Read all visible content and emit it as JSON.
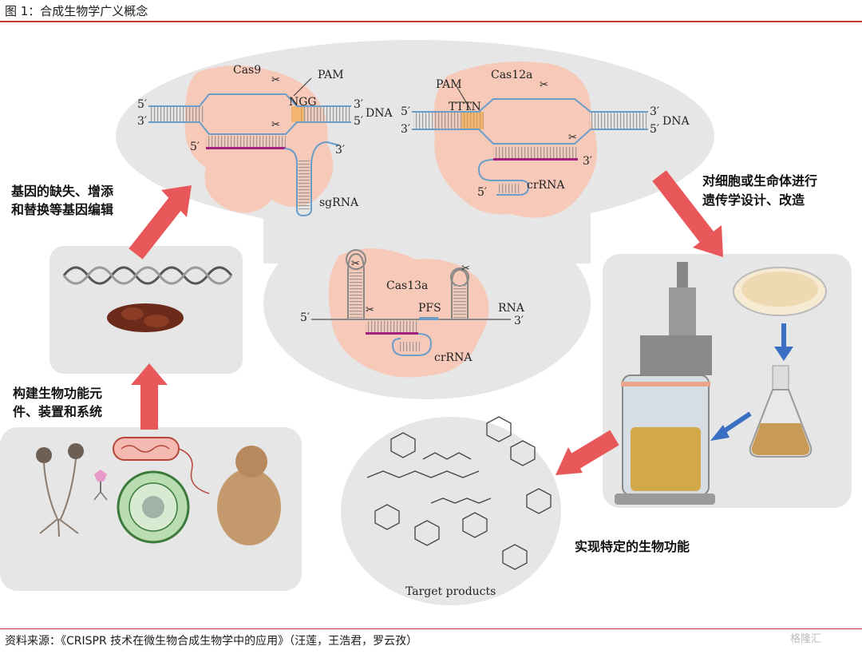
{
  "header": {
    "title": "图 1：合成生物学广义概念"
  },
  "source": {
    "text": "资料来源：《CRISPR 技术在微生物合成生物学中的应用》（汪莲，王浩君，罗云孜）"
  },
  "watermark": {
    "text": "格隆汇"
  },
  "annotations": {
    "gene_editing": [
      "基因的缺失、增添",
      "和替换等基因编辑"
    ],
    "build_elements": [
      "构建生物功能元",
      "件、装置和系统"
    ],
    "design_modify": [
      "对细胞或生命体进行",
      "遗传学设计、改造"
    ],
    "function": "实现特定的生物功能"
  },
  "cas9": {
    "name": "Cas9",
    "pam": "PAM",
    "ngg": "NGG",
    "dna": "DNA",
    "sgrna": "sgRNA",
    "five": "5′",
    "three": "3′"
  },
  "cas12a": {
    "name": "Cas12a",
    "pam": "PAM",
    "tttn": "TTTN",
    "dna": "DNA",
    "crrna": "crRNA",
    "five": "5′",
    "three": "3′"
  },
  "cas13a": {
    "name": "Cas13a",
    "pfs": "PFS",
    "rna": "RNA",
    "crrna": "crRNA",
    "five": "5′",
    "three": "3′"
  },
  "products": {
    "label": "Target products"
  },
  "colors": {
    "arrow": "#e8585a",
    "blue_arrow": "#3a6fc4",
    "salmon": "#f6c9b8",
    "panel": "#e6e6e6",
    "magenta": "#a3207f",
    "strand": "#6a9ec9",
    "orange": "#f0a640"
  }
}
